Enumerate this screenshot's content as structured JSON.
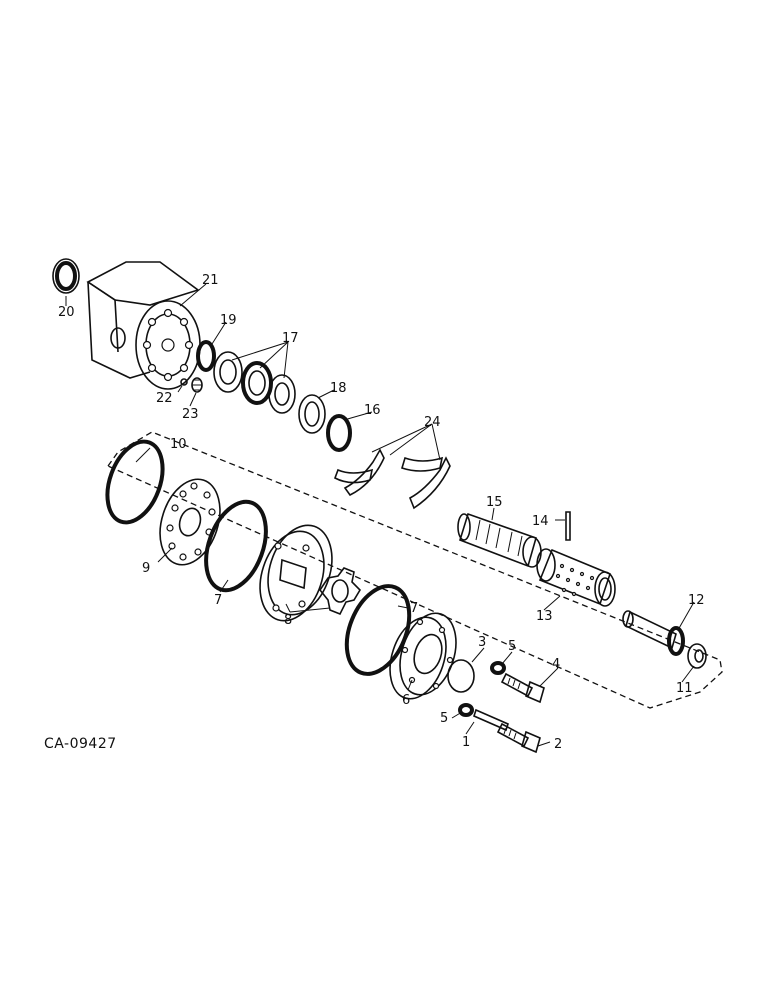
{
  "diagram_code": "CA-09427",
  "callouts": [
    "1",
    "2",
    "3",
    "4",
    "5",
    "5",
    "6",
    "7",
    "7",
    "8",
    "9",
    "10",
    "11",
    "12",
    "13",
    "14",
    "15",
    "16",
    "17",
    "18",
    "19",
    "20",
    "21",
    "22",
    "23",
    "24"
  ]
}
